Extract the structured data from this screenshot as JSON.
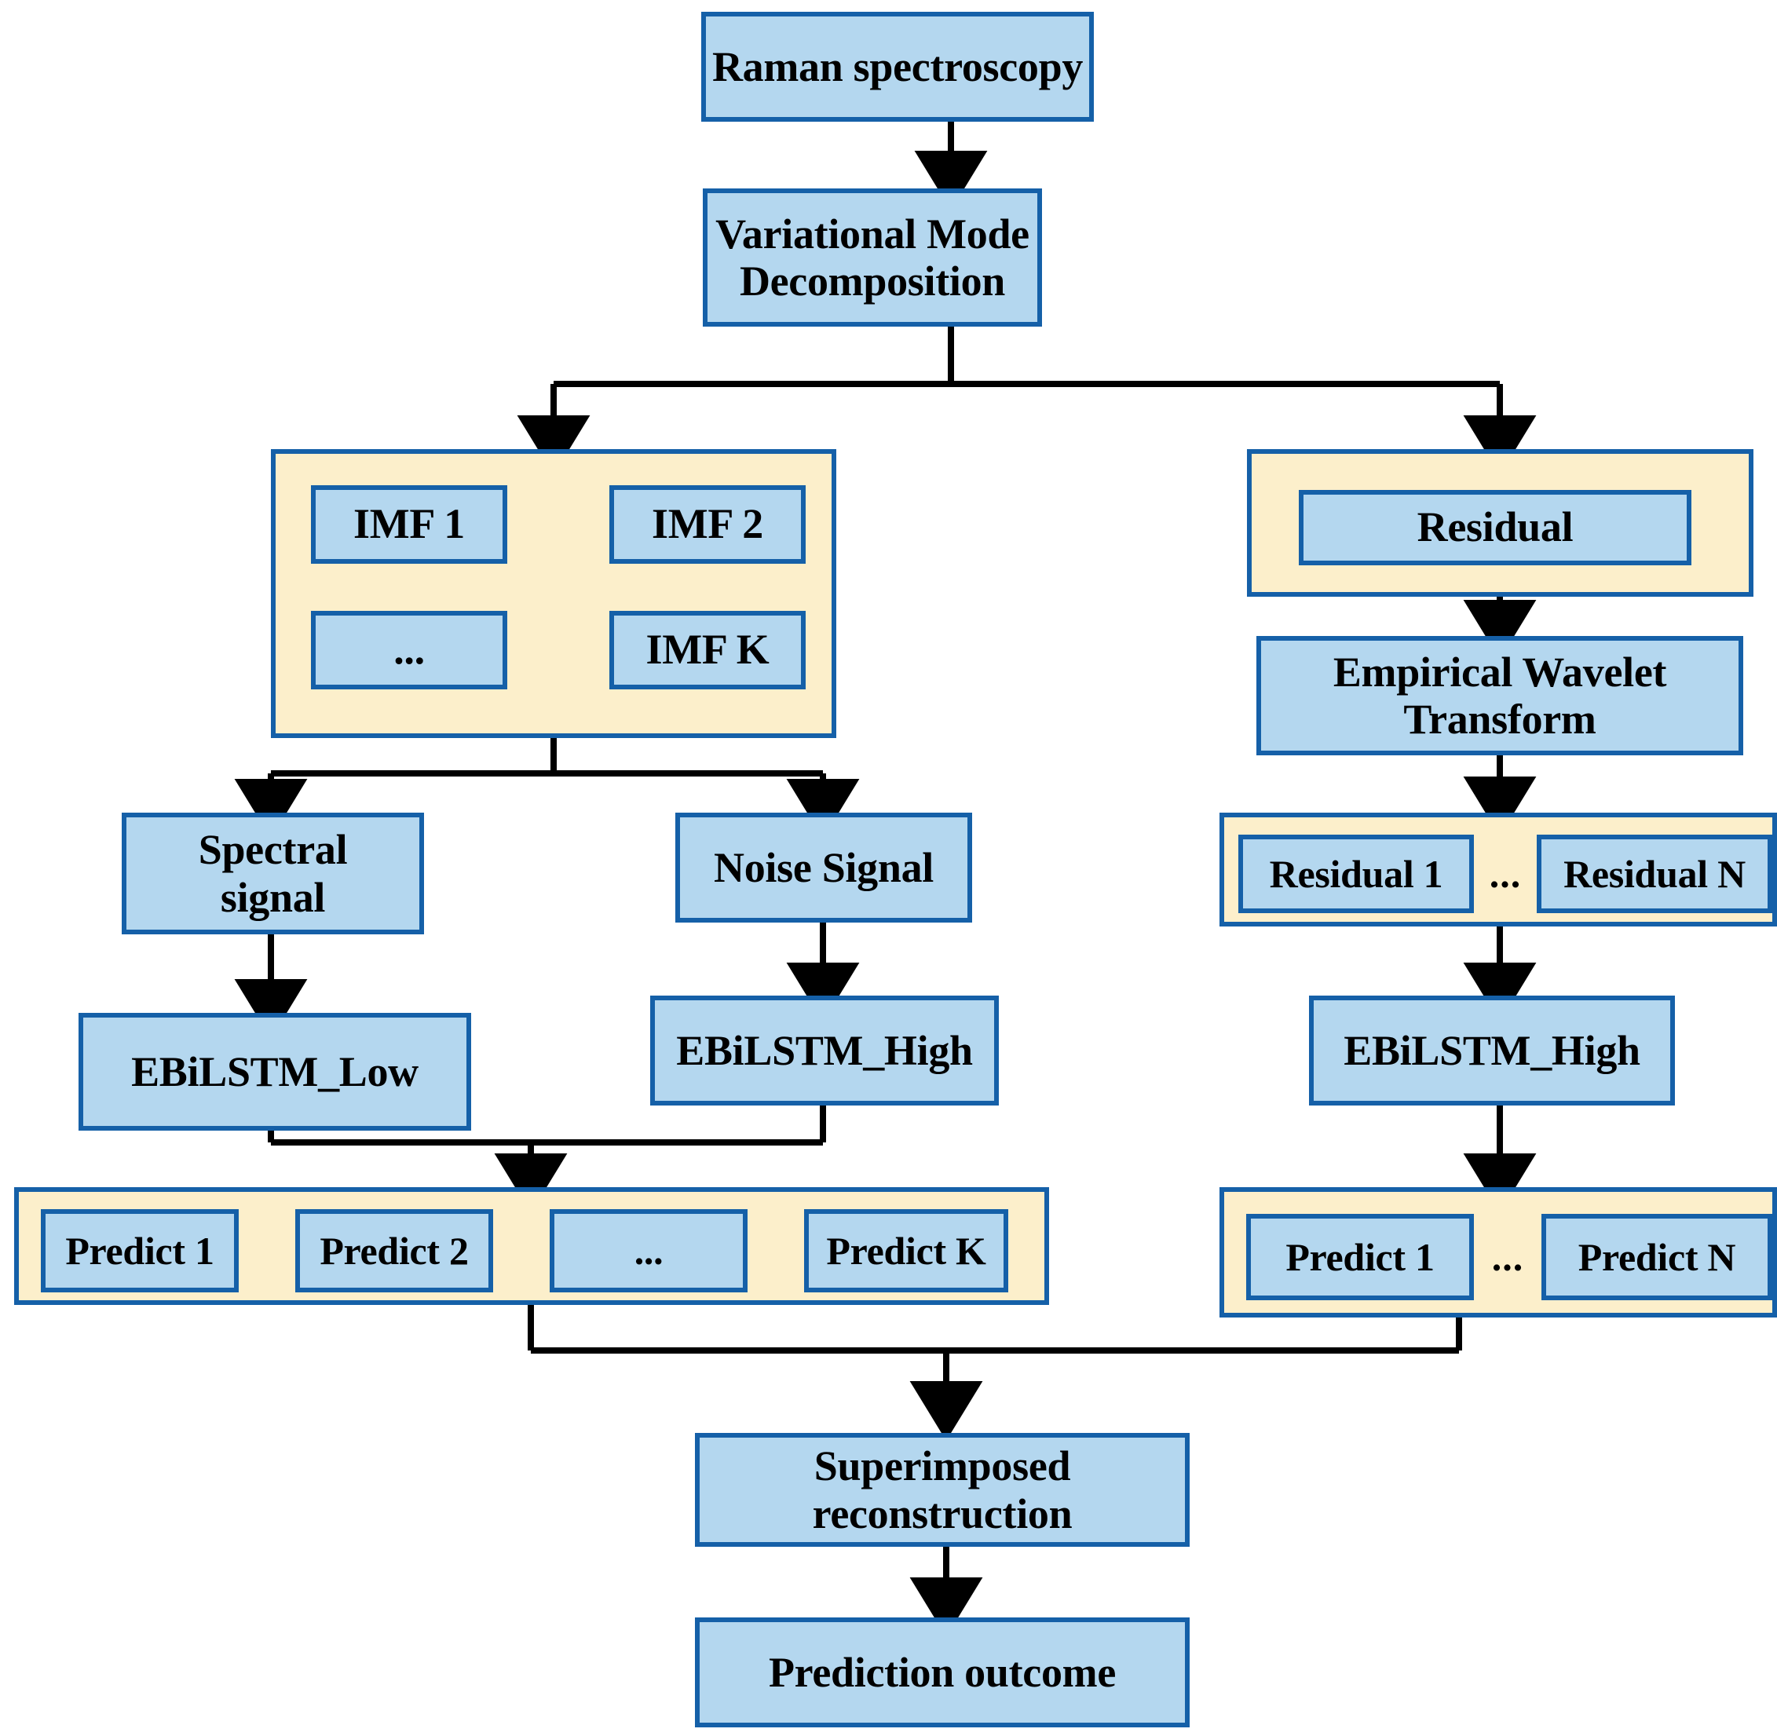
{
  "diagram": {
    "title": "Raman spectroscopy VMD-EWT EBiLSTM prediction pipeline",
    "colors": {
      "node_fill": "#b4d7ef",
      "group_fill": "#fcefcb",
      "border": "#1560a8",
      "arrow": "#000000",
      "text": "#000000",
      "background": "#ffffff"
    }
  },
  "nodes": {
    "raman": "Raman spectroscopy",
    "vmd": "Variational Mode\nDecomposition",
    "imf_1": "IMF 1",
    "imf_2": "IMF 2",
    "imf_dots": "...",
    "imf_k": "IMF K",
    "residual": "Residual",
    "ewt": "Empirical Wavelet\nTransform",
    "residual_1": "Residual 1",
    "residual_dots": "...",
    "residual_n": "Residual N",
    "spectral_signal": "Spectral\nsignal",
    "noise_signal": "Noise Signal",
    "ebilstm_low": "EBiLSTM_Low",
    "ebilstm_high_mid": "EBiLSTM_High",
    "ebilstm_high_right": "EBiLSTM_High",
    "predict_1_left": "Predict 1",
    "predict_2_left": "Predict 2",
    "predict_dots_left": "...",
    "predict_k_left": "Predict K",
    "predict_1_right": "Predict 1",
    "predict_dots_right": "...",
    "predict_n_right": "Predict N",
    "superimposed": "Superimposed\nreconstruction",
    "outcome": "Prediction outcome"
  },
  "edges": [
    {
      "from": "raman",
      "to": "vmd"
    },
    {
      "from": "vmd",
      "to": "imf-group"
    },
    {
      "from": "vmd",
      "to": "residual-group"
    },
    {
      "from": "imf-group",
      "to": "spectral_signal"
    },
    {
      "from": "imf-group",
      "to": "noise_signal"
    },
    {
      "from": "residual-group",
      "to": "ewt"
    },
    {
      "from": "ewt",
      "to": "residual-list-group"
    },
    {
      "from": "residual-list-group",
      "to": "ebilstm_high_right"
    },
    {
      "from": "spectral_signal",
      "to": "ebilstm_low"
    },
    {
      "from": "noise_signal",
      "to": "ebilstm_high_mid"
    },
    {
      "from": "ebilstm_low",
      "to": "predict-left-group"
    },
    {
      "from": "ebilstm_high_mid",
      "to": "predict-left-group"
    },
    {
      "from": "ebilstm_high_right",
      "to": "predict-right-group"
    },
    {
      "from": "predict-left-group",
      "to": "superimposed"
    },
    {
      "from": "predict-right-group",
      "to": "superimposed"
    },
    {
      "from": "superimposed",
      "to": "outcome"
    }
  ]
}
